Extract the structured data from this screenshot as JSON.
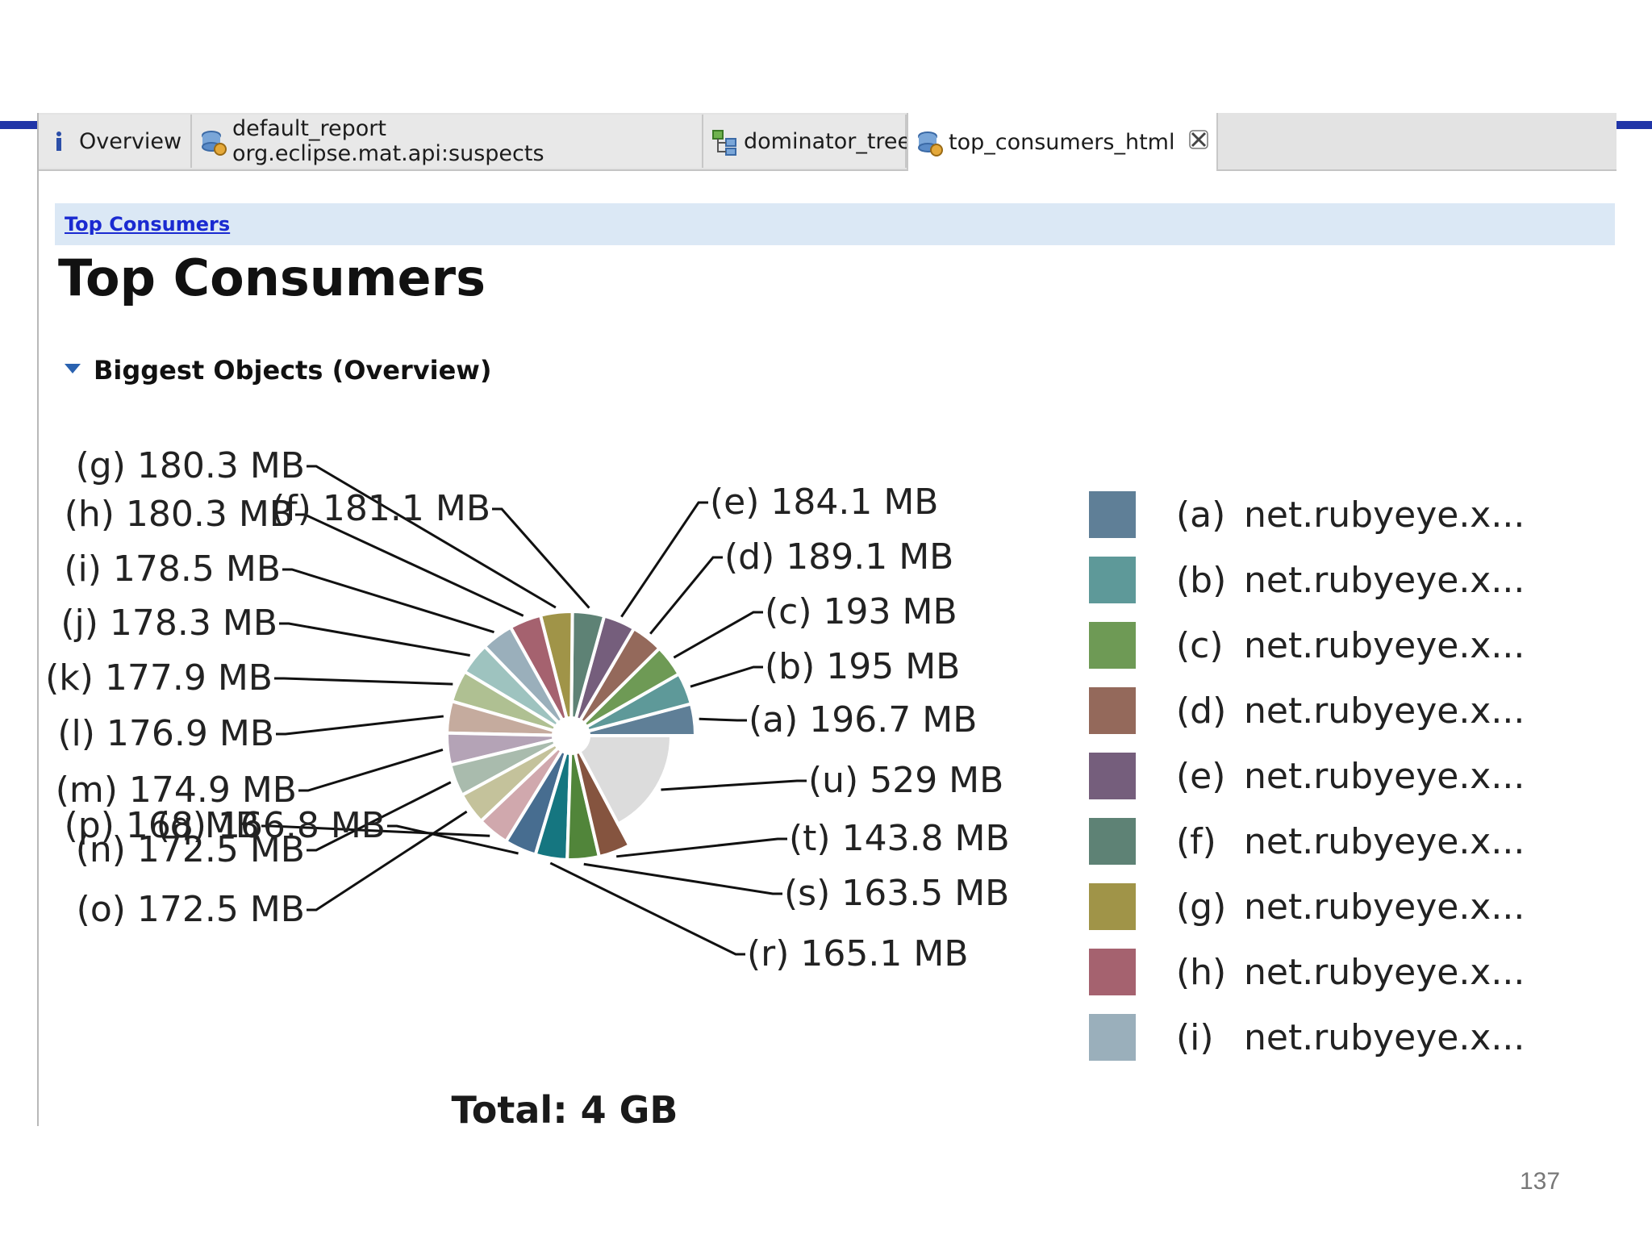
{
  "tabs": [
    {
      "label": "Overview",
      "icon": "info-icon"
    },
    {
      "label": "default_report  org.eclipse.mat.api:suspects",
      "icon": "report-icon"
    },
    {
      "label": "dominator_tree",
      "icon": "tree-icon"
    },
    {
      "label": "top_consumers_html",
      "icon": "report-icon",
      "active": true,
      "close_glyph": "✕"
    }
  ],
  "breadcrumb": {
    "label": "Top Consumers"
  },
  "page_title": "Top Consumers",
  "section": {
    "title": "Biggest Objects (Overview)"
  },
  "chart_data": {
    "type": "pie",
    "total_label": "Total:  4 GB",
    "slices": [
      {
        "id": "(a)",
        "value": "196.7 MB",
        "mb": 196.7,
        "color": "#5f7f97"
      },
      {
        "id": "(b)",
        "value": "195 MB",
        "mb": 195,
        "color": "#5e9999"
      },
      {
        "id": "(c)",
        "value": "193 MB",
        "mb": 193,
        "color": "#6e9a55"
      },
      {
        "id": "(d)",
        "value": "189.1 MB",
        "mb": 189.1,
        "color": "#94695b"
      },
      {
        "id": "(e)",
        "value": "184.1 MB",
        "mb": 184.1,
        "color": "#755e7c"
      },
      {
        "id": "(f)",
        "value": "181.1 MB",
        "mb": 181.1,
        "color": "#5e8275"
      },
      {
        "id": "(g)",
        "value": "180.3 MB",
        "mb": 180.3,
        "color": "#a09448"
      },
      {
        "id": "(h)",
        "value": "180.3 MB",
        "mb": 180.3,
        "color": "#a5626f"
      },
      {
        "id": "(i)",
        "value": "178.5 MB",
        "mb": 178.5,
        "color": "#9aafbb"
      },
      {
        "id": "(j)",
        "value": "178.3 MB",
        "mb": 178.3,
        "color": "#9ec3bf"
      },
      {
        "id": "(k)",
        "value": "177.9 MB",
        "mb": 177.9,
        "color": "#afc092"
      },
      {
        "id": "(l)",
        "value": "176.9 MB",
        "mb": 176.9,
        "color": "#c5ab9e"
      },
      {
        "id": "(m)",
        "value": "174.9 MB",
        "mb": 174.9,
        "color": "#b4a3b6"
      },
      {
        "id": "(n)",
        "value": "172.5 MB",
        "mb": 172.5,
        "color": "#a9bbad"
      },
      {
        "id": "(o)",
        "value": "172.5 MB",
        "mb": 172.5,
        "color": "#c4c29b"
      },
      {
        "id": "(p)",
        "value": "168 MB",
        "mb": 168,
        "color": "#d0a8ad"
      },
      {
        "id": "(q)",
        "value": "166.8 MB",
        "mb": 166.8,
        "color": "#476d90"
      },
      {
        "id": "(r)",
        "value": "165.1 MB",
        "mb": 165.1,
        "color": "#157680"
      },
      {
        "id": "(s)",
        "value": "163.5 MB",
        "mb": 163.5,
        "color": "#51853a"
      },
      {
        "id": "(t)",
        "value": "143.8 MB",
        "mb": 143.8,
        "color": "#85543f"
      },
      {
        "id": "(u)",
        "value": "529 MB",
        "mb": 529,
        "color": "#dcdcdc"
      }
    ],
    "legend": [
      {
        "id": "(a)",
        "text": "net.rubyeye.x...",
        "color": "#5f7f97"
      },
      {
        "id": "(b)",
        "text": "net.rubyeye.x...",
        "color": "#5e9999"
      },
      {
        "id": "(c)",
        "text": "net.rubyeye.x...",
        "color": "#6e9a55"
      },
      {
        "id": "(d)",
        "text": "net.rubyeye.x...",
        "color": "#94695b"
      },
      {
        "id": "(e)",
        "text": "net.rubyeye.x...",
        "color": "#755e7c"
      },
      {
        "id": "(f)",
        "text": "net.rubyeye.x...",
        "color": "#5e8275"
      },
      {
        "id": "(g)",
        "text": "net.rubyeye.x...",
        "color": "#a09448"
      },
      {
        "id": "(h)",
        "text": "net.rubyeye.x...",
        "color": "#a5626f"
      },
      {
        "id": "(i)",
        "text": "net.rubyeye.x...",
        "color": "#9aafbb"
      }
    ]
  },
  "page_number": "137"
}
